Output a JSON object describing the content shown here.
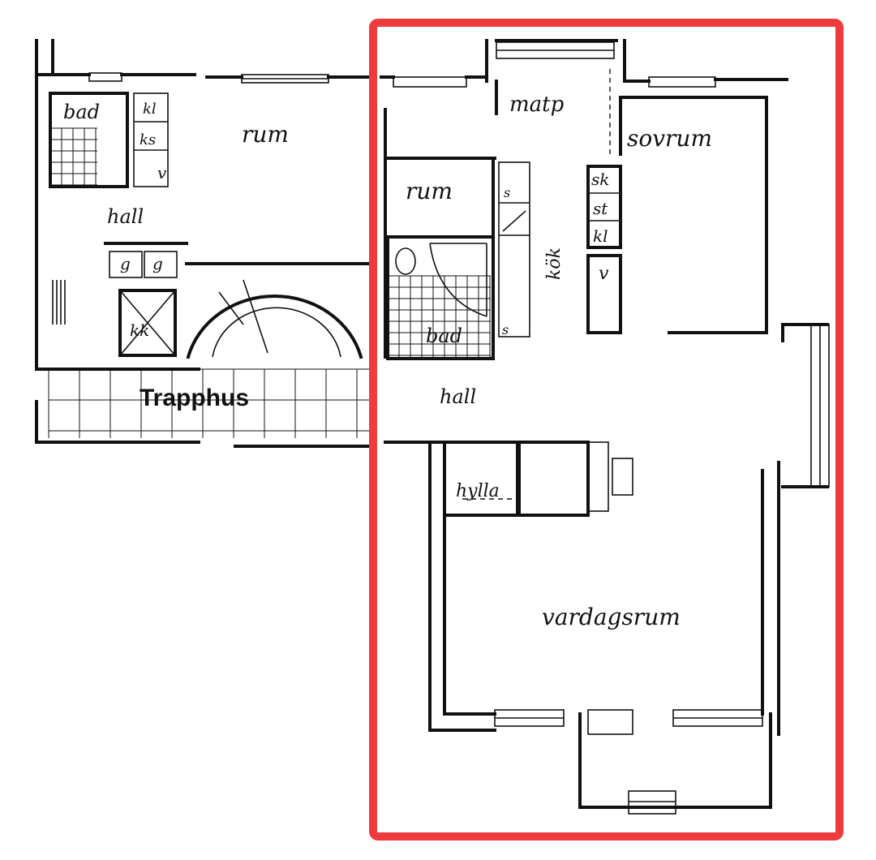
{
  "rooms": {
    "bad_left": "bad",
    "kl": "kl",
    "ks": "ks",
    "v_left": "v",
    "rum_left": "rum",
    "hall_left": "hall",
    "g1": "g",
    "g2": "g",
    "kk": "kk",
    "trapphus": "Trapphus",
    "rum_right": "rum",
    "matp": "matp",
    "sovrum": "sovrum",
    "s1": "s",
    "s2": "s",
    "kok": "kök",
    "sk": "sk",
    "st": "st",
    "kl_right": "kl",
    "v_right": "v",
    "bad_right": "bad",
    "hall_right": "hall",
    "hylla": "hylla",
    "vardagsrum": "vardagsrum"
  },
  "highlight": {
    "color": "#ef3b3b"
  },
  "colors": {
    "ink": "#111111",
    "paper": "#ffffff"
  }
}
